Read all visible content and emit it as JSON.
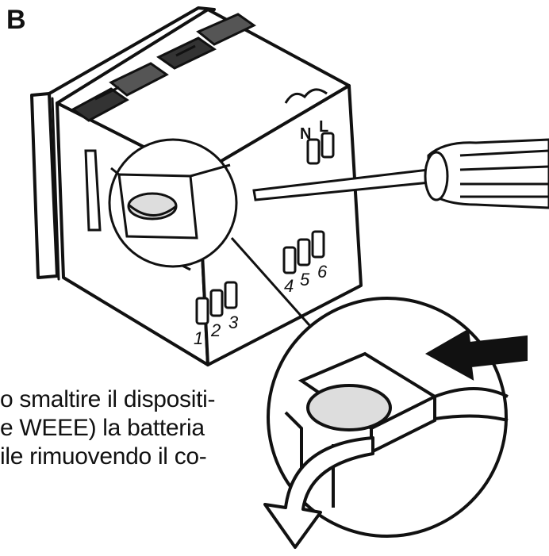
{
  "figure": {
    "label": "B",
    "terminals": {
      "top": [
        "N",
        "L"
      ],
      "right": [
        "4",
        "5",
        "6"
      ],
      "bottom": [
        "1",
        "2",
        "3"
      ]
    },
    "caption_lines": [
      "o smaltire il dispositi-",
      "e WEEE) la batteria",
      "ile rimuovendo il co-"
    ]
  }
}
